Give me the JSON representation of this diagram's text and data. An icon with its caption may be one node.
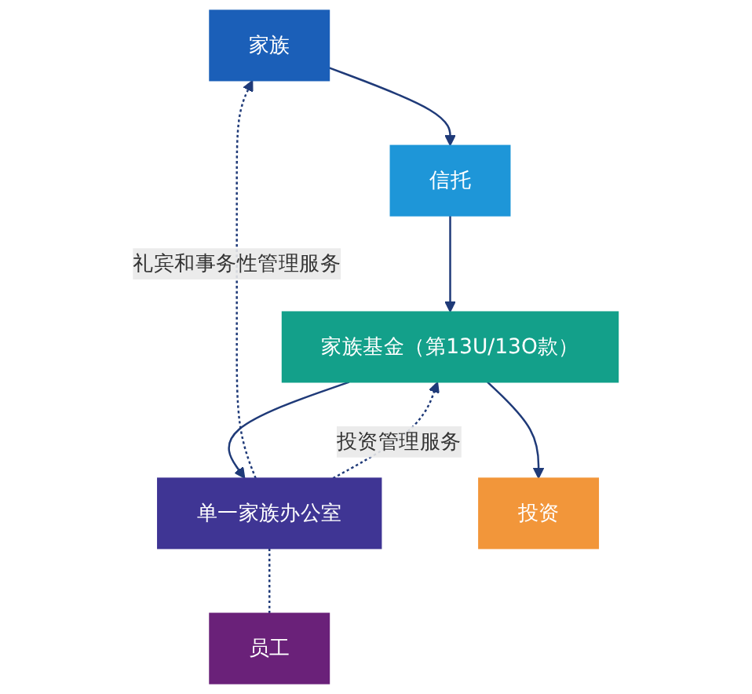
{
  "diagram": {
    "nodes": [
      {
        "text": [
          "家族"
        ]
      },
      {
        "text": [
          "信托"
        ]
      },
      {
        "text": [
          "家族基金（第13U/13O款）"
        ]
      },
      {
        "text": [
          "单一家族办公室"
        ]
      },
      {
        "text": [
          "投资"
        ]
      },
      {
        "text": [
          "员工"
        ]
      }
    ],
    "edges": [
      {
        "from": 0,
        "to": 1,
        "arrow": "to"
      },
      {
        "from": 1,
        "to": 2,
        "arrow": "to"
      },
      {
        "from": 2,
        "to": 3,
        "arrow": "to"
      },
      {
        "from": 2,
        "to": 4,
        "arrow": "to"
      },
      {
        "from": 3,
        "to": 0,
        "arrow": "to",
        "style": "dashed",
        "label": "礼宾和事务性管理服务"
      },
      {
        "from": 3,
        "to": 2,
        "arrow": "to",
        "style": "dashed",
        "label": "投资管理服务"
      },
      {
        "from": 3,
        "to": 5,
        "arrow": "none",
        "style": "dashed"
      }
    ]
  }
}
